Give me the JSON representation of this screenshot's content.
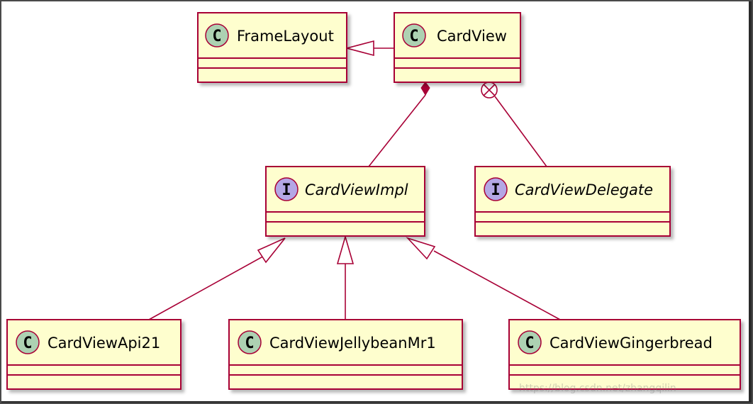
{
  "colors": {
    "box_fill": "#fefece",
    "border": "#a80036",
    "class_circle": "#add1b2",
    "interface_circle": "#b4a7e5",
    "shadow": "#c8c8c8"
  },
  "classes": {
    "framelayout": {
      "name": "FrameLayout",
      "kind": "class",
      "stereotype": "C"
    },
    "cardview": {
      "name": "CardView",
      "kind": "class",
      "stereotype": "C"
    },
    "cardviewimpl": {
      "name": "CardViewImpl",
      "kind": "interface",
      "stereotype": "I"
    },
    "cardviewdelegate": {
      "name": "CardViewDelegate",
      "kind": "interface",
      "stereotype": "I"
    },
    "cardviewapi21": {
      "name": "CardViewApi21",
      "kind": "class",
      "stereotype": "C"
    },
    "cardviewjellybeanmr1": {
      "name": "CardViewJellybeanMr1",
      "kind": "class",
      "stereotype": "C"
    },
    "cardviewgingerbread": {
      "name": "CardViewGingerbread",
      "kind": "class",
      "stereotype": "C"
    }
  },
  "relations": [
    {
      "from": "CardView",
      "to": "FrameLayout",
      "type": "inheritance"
    },
    {
      "from": "CardView",
      "to": "CardViewImpl",
      "type": "composition"
    },
    {
      "from": "CardView",
      "to": "CardViewDelegate",
      "type": "nested"
    },
    {
      "from": "CardViewApi21",
      "to": "CardViewImpl",
      "type": "realization"
    },
    {
      "from": "CardViewJellybeanMr1",
      "to": "CardViewImpl",
      "type": "realization"
    },
    {
      "from": "CardViewGingerbread",
      "to": "CardViewImpl",
      "type": "realization"
    }
  ],
  "watermark": "https://blog.csdn.net/zhangqilin"
}
